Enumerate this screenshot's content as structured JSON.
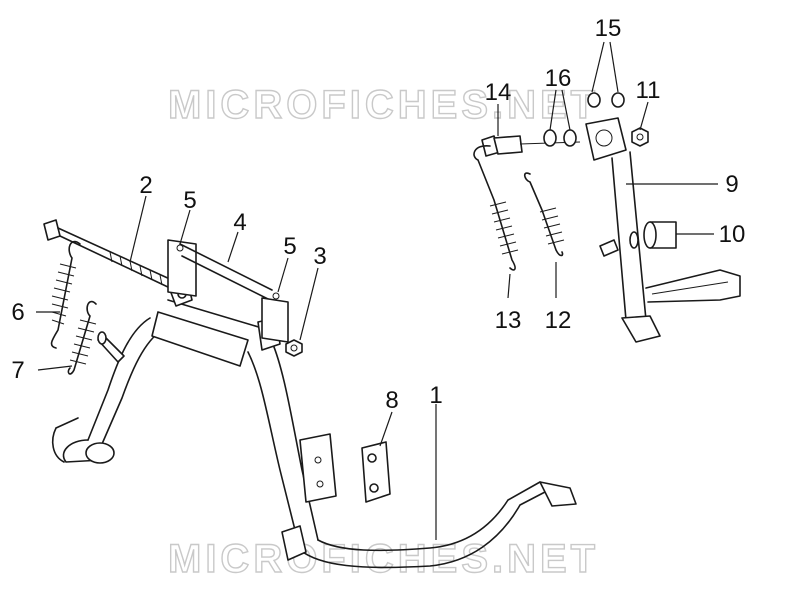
{
  "watermark": {
    "text": "MICROFICHES.NET"
  },
  "callouts": [
    "1",
    "2",
    "3",
    "4",
    "5",
    "5",
    "6",
    "7",
    "8",
    "9",
    "10",
    "11",
    "12",
    "13",
    "14",
    "15",
    "16"
  ]
}
